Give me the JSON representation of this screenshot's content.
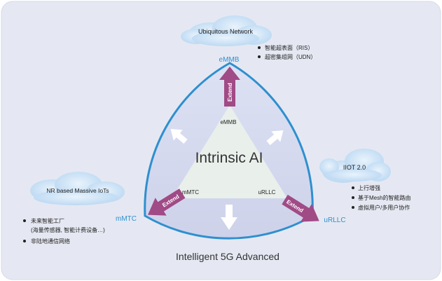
{
  "title": "Intelligent 5G Advanced",
  "center_label": "Intrinsic AI",
  "vertices": {
    "top": "eMMB",
    "left": "mMTC",
    "right": "uRLLC"
  },
  "inner_labels": {
    "top": "eMMB",
    "left": "mMTC",
    "right": "uRLLC"
  },
  "arrow_label": "Extend",
  "clouds": {
    "top": {
      "label": "Ubiquitous Network",
      "bullets": [
        "智能超表面（RIS）",
        "超密集组网（UDN）"
      ]
    },
    "right": {
      "label": "IIOT 2.0",
      "bullets": [
        "上行增强",
        "基于Mesh的智能路由",
        "虚拟用户/多用户协作"
      ]
    },
    "left": {
      "label": "NR based Massive IoTs",
      "bullets": [
        "未来智能工厂",
        "(海量传感器, 智能计费设备…)",
        "非陆地通信网络"
      ]
    }
  },
  "colors": {
    "background_panel": "#e4e7f2",
    "shape_fill": "#d4d8ee",
    "shape_border": "#2e8fd0",
    "inner_triangle": "#eaf0ea",
    "extend_arrow": "#a04a86",
    "vertex_label": "#2e8fd0",
    "cloud_fill": "#c9e0f5"
  },
  "icons": [
    "white-arrow-icon",
    "bullet-dot-icon"
  ]
}
